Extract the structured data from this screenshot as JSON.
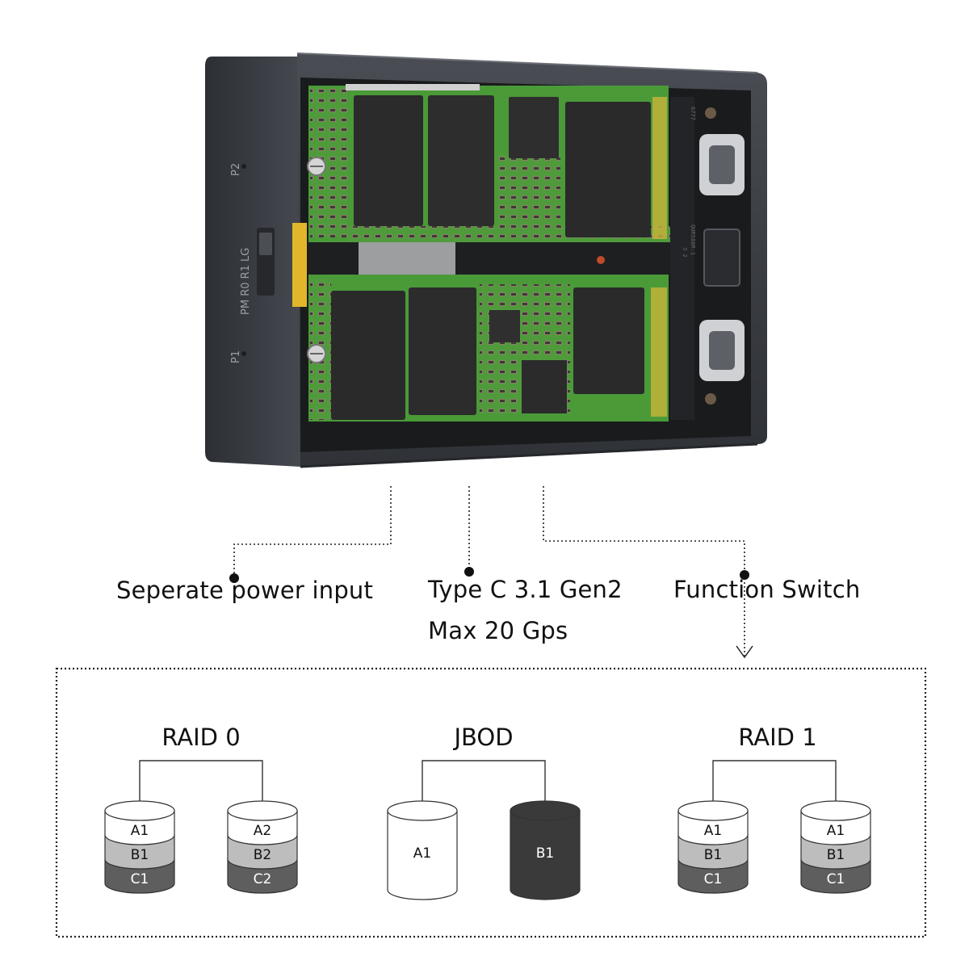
{
  "device": {
    "panel_labels": {
      "port1": "P1",
      "modes": "PM R0 R1 LG",
      "port2": "P2"
    },
    "board_markings": {
      "upper_edge": "6777",
      "upper_side": "QUR586R-1",
      "upper_pins": "3  2"
    },
    "colors": {
      "case": "#3b3e44",
      "pcb": "#4a9a38",
      "chip": "#2d2d2d"
    }
  },
  "callouts": {
    "power_input": "Seperate power input",
    "type_c_line1": "Type C 3.1 Gen2",
    "type_c_line2": "Max 20 Gps",
    "function_switch": "Function Switch"
  },
  "modes": [
    {
      "title": "RAID 0",
      "disks": [
        [
          "A1",
          "B1",
          "C1"
        ],
        [
          "A2",
          "B2",
          "C2"
        ]
      ]
    },
    {
      "title": "JBOD",
      "disks": [
        [
          "A1"
        ],
        [
          "B1"
        ]
      ]
    },
    {
      "title": "RAID 1",
      "disks": [
        [
          "A1",
          "B1",
          "C1"
        ],
        [
          "A1",
          "B1",
          "C1"
        ]
      ]
    }
  ]
}
